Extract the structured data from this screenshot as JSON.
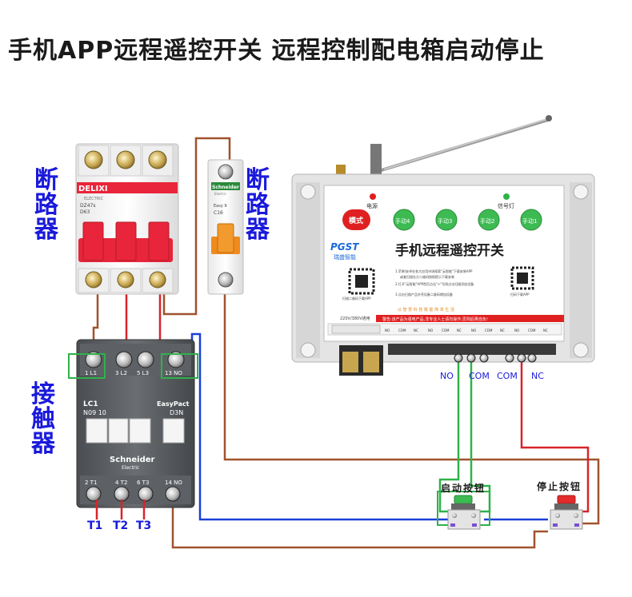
{
  "title": "手机APP远程遥控开关 远程控制配电箱启动停止",
  "labels": {
    "breaker_left": [
      "断",
      "路",
      "器"
    ],
    "breaker_right": [
      "断",
      "路",
      "器"
    ],
    "contactor": [
      "接",
      "触",
      "器"
    ]
  },
  "breaker_3p": {
    "brand": "DELIXI",
    "brand_sub": "ELECTRIC",
    "model": "DZ47s",
    "rating": "D63"
  },
  "breaker_1p": {
    "brand": "Schneider",
    "brand_sub": "Electric",
    "series": "Easy 9",
    "rating": "C16"
  },
  "contactor": {
    "top_terminals": [
      "1 L1",
      "3 L2",
      "5 L3",
      "13 NO"
    ],
    "model_left": "LC1",
    "model_left_sub": "N09 10",
    "model_right": "EasyPact",
    "model_right_sub": "D3N",
    "brand": "Schneider",
    "brand_sub": "Electric",
    "bottom_terminals": [
      "2 T1",
      "4 T2",
      "6 T3",
      "14 NO"
    ]
  },
  "phase_labels": [
    "T1",
    "T2",
    "T3"
  ],
  "controller": {
    "power_label": "电源",
    "signal_label": "信号灯",
    "mode_button": "模式",
    "manual_buttons": [
      "手动4",
      "手动3",
      "手动2",
      "手动1"
    ],
    "logo": "PGST",
    "logo_sub": "瑞盛智能",
    "product_title": "手机远程遥控开关",
    "qr_caption_left": "扫描二维码下载APP",
    "qr_caption_right": "扫码下载APP",
    "instructions": [
      "1.苹果/安卓在各大应用市场搜索\"云智能\"下载安装APP",
      "或者扫描右方二维码按照提示下载安装",
      "2.打开\"云智能\"APP首页点击\"+\"号再点击扫描添加设备",
      "3.点击扫描产品外壳设备二维码增加设备"
    ],
    "slogan": "以 智 慧 科 技 赋 能 简 单 生 活",
    "voltage": "220V/380V通用",
    "warning": "警告:该产品为强电产品,非专业人士请勿操作,否则后果自负!",
    "terminal_row": [
      "NO",
      "COM",
      "NC",
      "NO",
      "COM",
      "NC",
      "NO",
      "COM",
      "NC",
      "NO",
      "COM",
      "NC"
    ]
  },
  "relay_terminals": [
    "NO",
    "COM",
    "COM",
    "NC"
  ],
  "buttons": {
    "start": "启动按钮",
    "stop": "停止按钮"
  },
  "colors": {
    "wire_blue": "#1a3fd8",
    "wire_green": "#2fb24a",
    "wire_red": "#d8242a",
    "wire_brown": "#a0522d",
    "label_blue": "#1a1adb",
    "breaker_red": "#e8253a",
    "contactor_gray": "#55595c",
    "button_green": "#3dbb52",
    "button_red": "#e32b2b"
  }
}
